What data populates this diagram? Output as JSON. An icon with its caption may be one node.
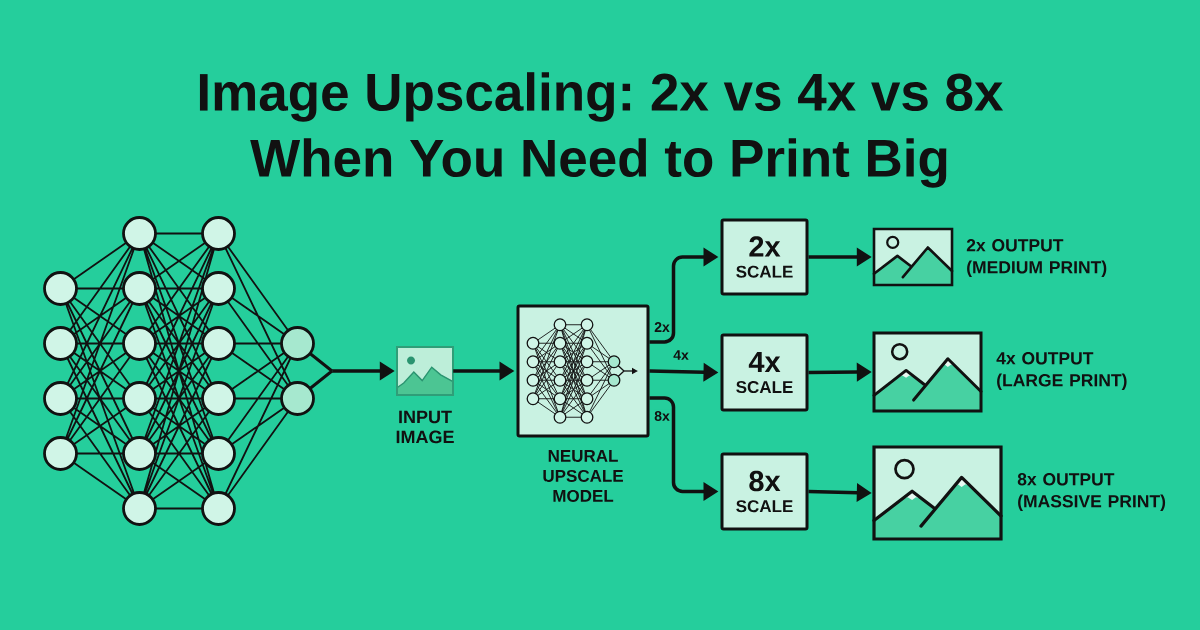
{
  "diagram": {
    "title": "Image Upscaling: 2x vs 4x vs 8x When You Need to Print Big",
    "nodes": [
      {
        "text": [],
        "shape": "picture"
      },
      {
        "text": [],
        "shape": "picture",
        "beside": [
          "INPUT IMAGE"
        ]
      },
      {
        "text": [],
        "shape": "box",
        "beside": [
          "NEURAL UPSCALE MODEL"
        ]
      },
      {
        "text": [
          "2x",
          "SCALE"
        ]
      },
      {
        "text": [
          "4x",
          "SCALE"
        ]
      },
      {
        "text": [
          "8x",
          "SCALE"
        ]
      },
      {
        "text": [],
        "shape": "picture",
        "beside": [
          "2x OUTPUT (MEDIUM PRINT)"
        ]
      },
      {
        "text": [],
        "shape": "picture",
        "beside": [
          "4x OUTPUT (LARGE PRINT)"
        ]
      },
      {
        "text": [],
        "shape": "picture",
        "beside": [
          "8x OUTPUT (MASSIVE PRINT)"
        ]
      }
    ],
    "edges": [
      {
        "from": 0,
        "to": 1,
        "arrow": "to"
      },
      {
        "from": 1,
        "to": 2,
        "arrow": "to"
      },
      {
        "from": 2,
        "to": 3,
        "arrow": "to",
        "label": "2x"
      },
      {
        "from": 2,
        "to": 4,
        "arrow": "to",
        "label": "4x"
      },
      {
        "from": 2,
        "to": 5,
        "arrow": "to",
        "label": "8x"
      },
      {
        "from": 3,
        "to": 6,
        "arrow": "to"
      },
      {
        "from": 4,
        "to": 7,
        "arrow": "to"
      },
      {
        "from": 5,
        "to": 8,
        "arrow": "to"
      }
    ]
  }
}
